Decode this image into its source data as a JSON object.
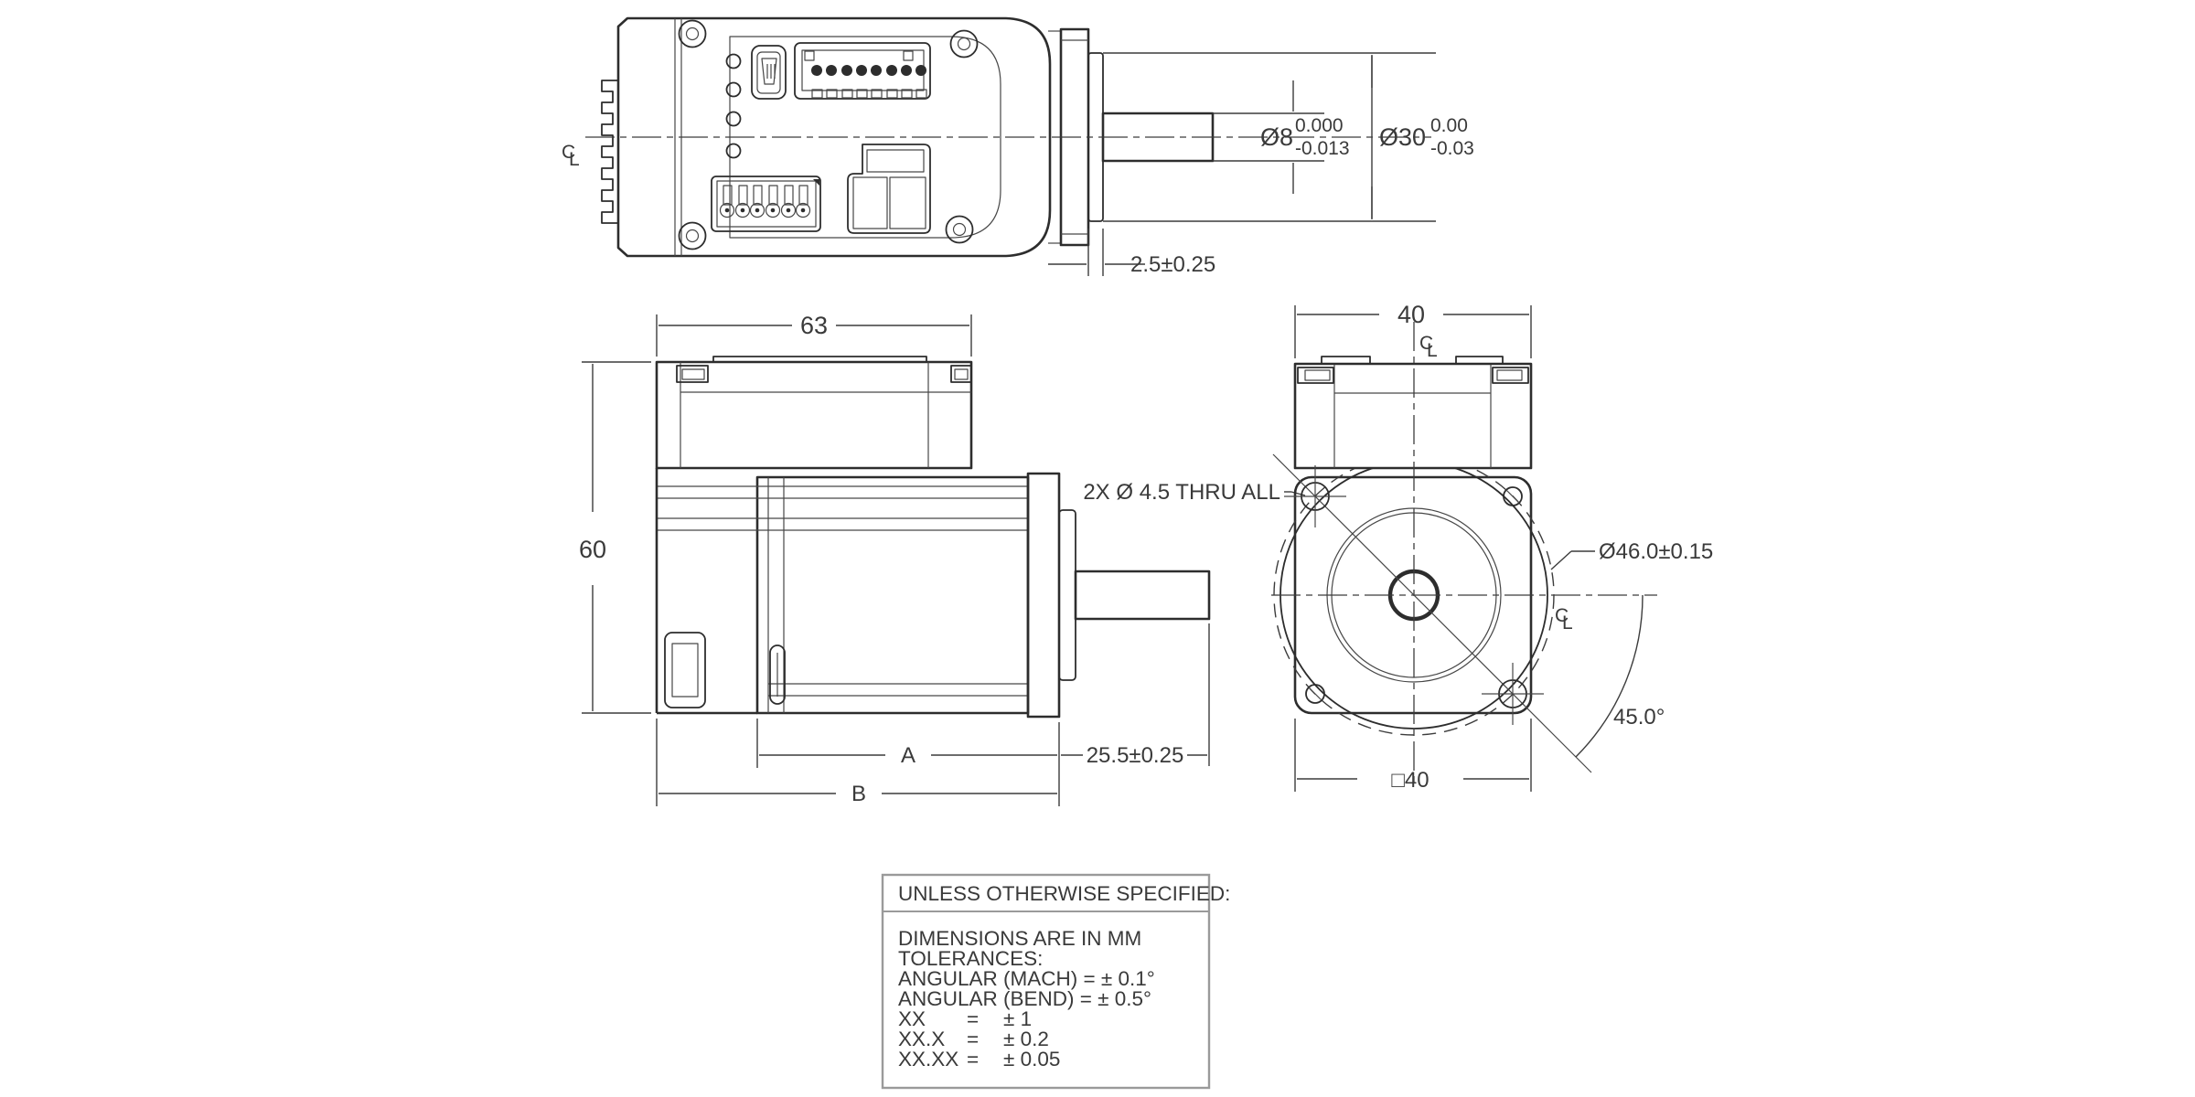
{
  "drawing": {
    "background": "#ffffff",
    "line_color": "#2d2d2d",
    "type": "engineering-dimension-drawing",
    "subject": "integrated stepper motor with driver, three orthographic views"
  },
  "labels": {
    "centerline": {
      "c": "C",
      "l": "L"
    }
  },
  "dims": {
    "shaft_dia": {
      "nominal": "Ø8",
      "upper": "0.000",
      "lower": "-0.013"
    },
    "pilot_dia": {
      "nominal": "Ø30",
      "upper": "0.00",
      "lower": "-0.03"
    },
    "pilot_depth": "2.5±0.25",
    "housing_length": "63",
    "overall_height": "60",
    "motor_length": "A",
    "overall_length": "B",
    "shaft_length": "25.5±0.25",
    "thru_holes": "2X Ø 4.5 THRU ALL",
    "flange_width": "40",
    "flange_square": "□40",
    "body_dia": "Ø46.0±0.15",
    "hole_angle": "45.0°"
  },
  "title_block": {
    "header": "UNLESS OTHERWISE SPECIFIED:",
    "lines": [
      "DIMENSIONS ARE IN MM",
      "TOLERANCES:",
      "ANGULAR (MACH) = ± 0.1°",
      "ANGULAR (BEND) = ± 0.5°"
    ],
    "rows": [
      {
        "label": "XX",
        "eq": "=",
        "value": "± 1"
      },
      {
        "label": "XX.X",
        "eq": "=",
        "value": "± 0.2"
      },
      {
        "label": "XX.XX",
        "eq": "=",
        "value": "± 0.05"
      }
    ]
  }
}
